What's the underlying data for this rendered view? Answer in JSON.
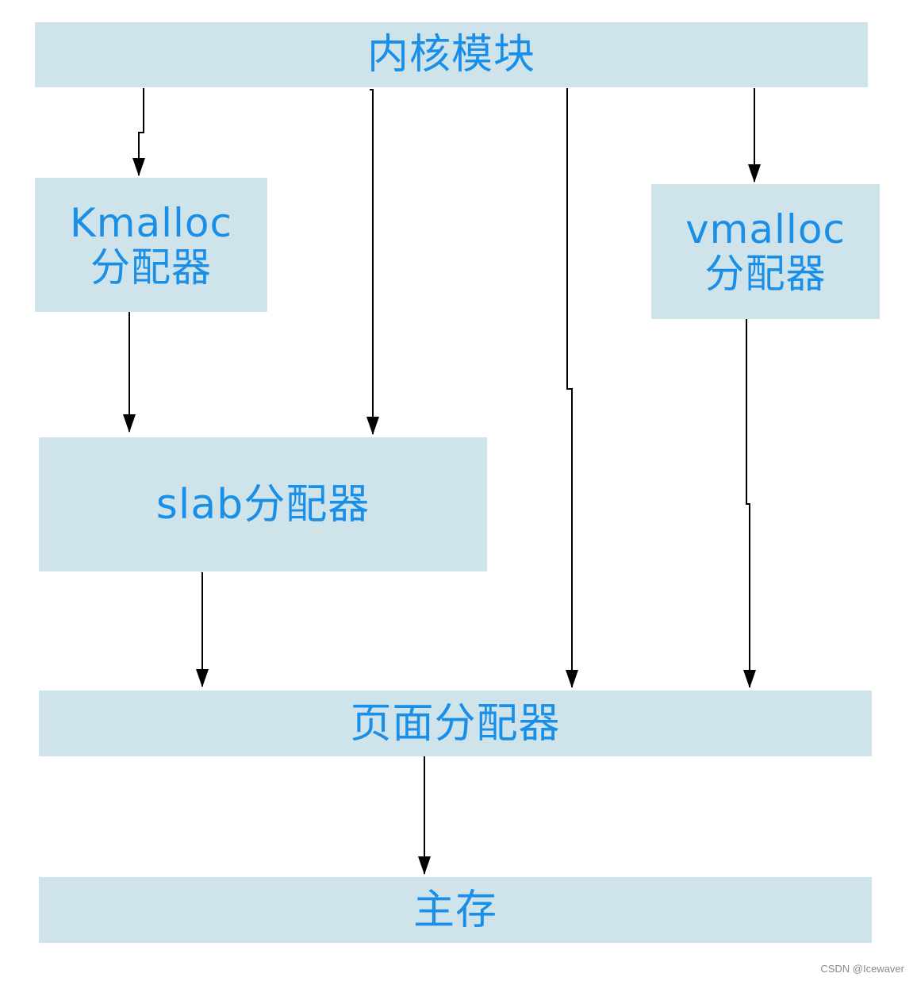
{
  "diagram": {
    "nodes": {
      "kernel": {
        "label": "内核模块"
      },
      "kmalloc": {
        "label_line1": "Kmalloc",
        "label_line2": "分配器"
      },
      "vmalloc": {
        "label_line1": "vmalloc",
        "label_line2": "分配器"
      },
      "slab": {
        "label": "slab分配器"
      },
      "page": {
        "label": "页面分配器"
      },
      "memory": {
        "label": "主存"
      }
    },
    "edges": [
      {
        "from": "kernel",
        "to": "kmalloc"
      },
      {
        "from": "kernel",
        "to": "slab"
      },
      {
        "from": "kernel",
        "to": "page"
      },
      {
        "from": "kernel",
        "to": "vmalloc"
      },
      {
        "from": "kmalloc",
        "to": "slab"
      },
      {
        "from": "slab",
        "to": "page"
      },
      {
        "from": "vmalloc",
        "to": "page"
      },
      {
        "from": "page",
        "to": "memory"
      }
    ],
    "colors": {
      "box_fill": "#cfe3ea",
      "text": "#1a8fe8",
      "arrow": "#000000"
    }
  },
  "watermark": "CSDN @Icewaver"
}
